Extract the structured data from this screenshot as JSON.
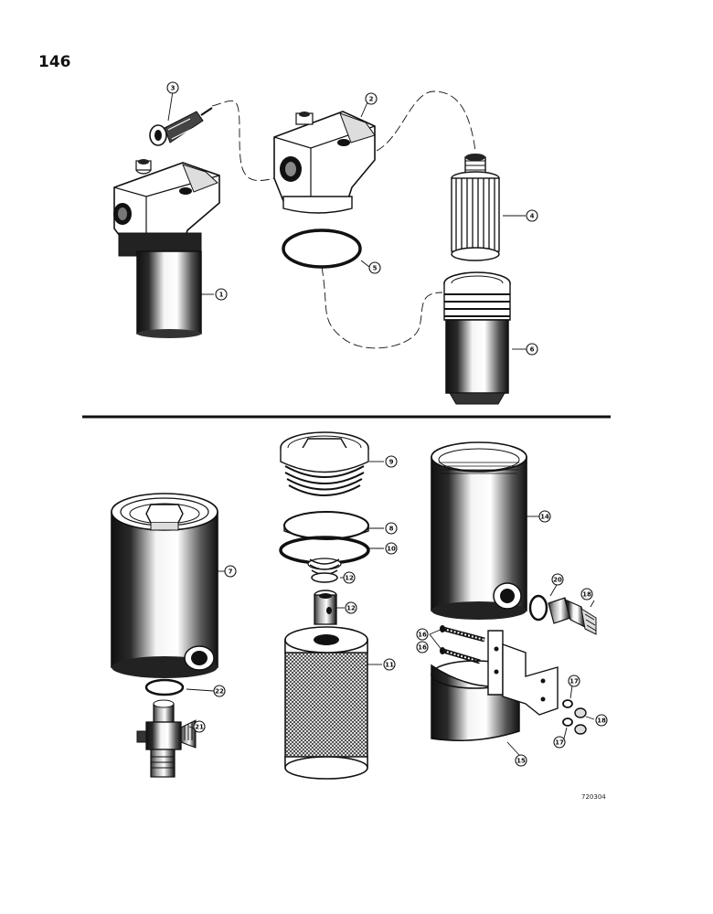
{
  "page": {
    "number": "146",
    "reference": "720304"
  },
  "callouts": {
    "c1": "1",
    "c2": "2",
    "c3": "3",
    "c4": "4",
    "c5": "5",
    "c6": "6",
    "c7": "7",
    "c8": "8",
    "c9": "9",
    "c10": "10",
    "c11": "11",
    "c12a": "12",
    "c12b": "12",
    "c14": "14",
    "c15": "15",
    "c16a": "16",
    "c16b": "16",
    "c17a": "17",
    "c17b": "17",
    "c18": "18",
    "c20": "20",
    "c21": "21",
    "c22": "22"
  },
  "parts": [
    "filter-assembly",
    "filter-head",
    "restriction-indicator",
    "filter-element",
    "o-ring",
    "filter-bowl",
    "filter-assembly-lower",
    "cover-cap",
    "seal-ring",
    "seal",
    "screen-element",
    "spring-seat",
    "tube",
    "mounting-band",
    "bolt",
    "nut",
    "fitting",
    "packing",
    "tee-fitting",
    "packing-small"
  ],
  "colors": {
    "ink": "#111111",
    "paper": "#ffffff",
    "grey": "#888888"
  }
}
